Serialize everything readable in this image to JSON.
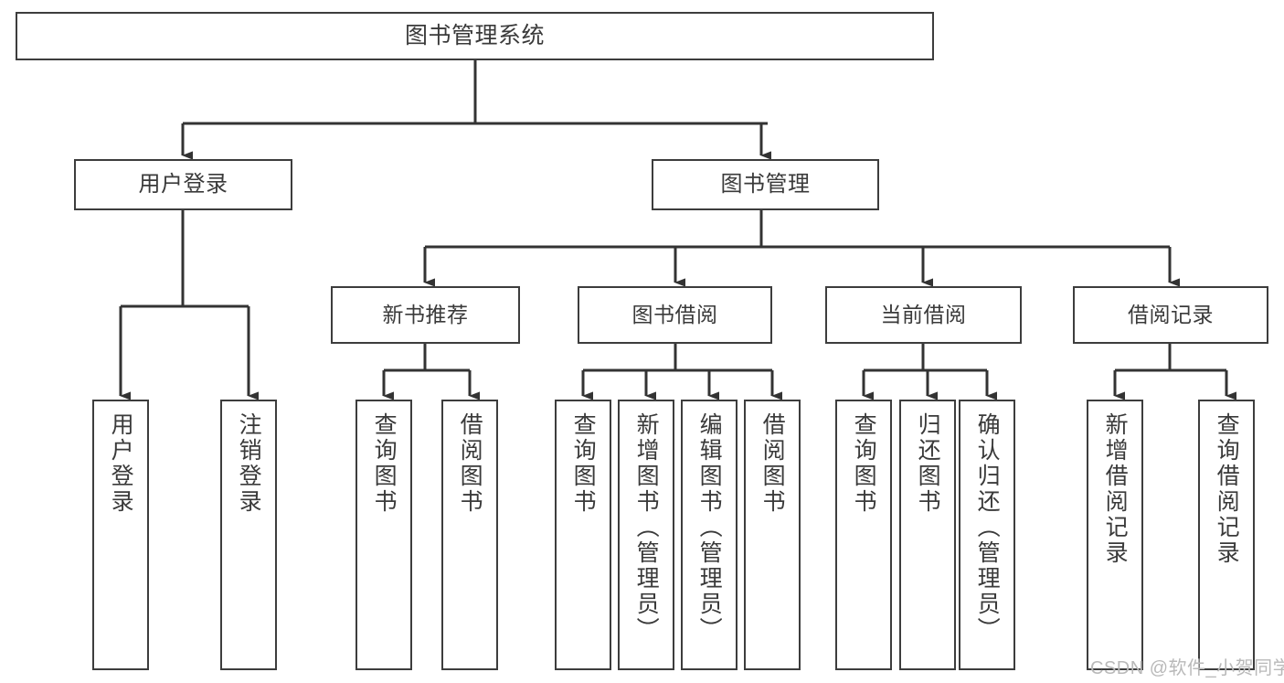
{
  "diagram": {
    "title": "图书管理系统",
    "type": "tree",
    "colors": {
      "box_border": "#3d3d3d",
      "box_fill": "#ffffff",
      "text": "#3a3a3a",
      "connector": "#333333",
      "watermark": "#b9b9b9",
      "background": "#ffffff"
    },
    "nodes": {
      "root": {
        "label": "图书管理系统"
      },
      "level1": [
        {
          "label": "用户登录"
        },
        {
          "label": "图书管理"
        }
      ],
      "level2": [
        {
          "label": "新书推荐"
        },
        {
          "label": "图书借阅"
        },
        {
          "label": "当前借阅"
        },
        {
          "label": "借阅记录"
        }
      ],
      "leaves": {
        "user_login": [
          {
            "label": "用户登录"
          },
          {
            "label": "注销登录"
          }
        ],
        "new_book": [
          {
            "label": "查询图书"
          },
          {
            "label": "借阅图书"
          }
        ],
        "borrow_book": [
          {
            "label": "查询图书"
          },
          {
            "label": "新增图书（管理员）"
          },
          {
            "label": "编辑图书（管理员）"
          },
          {
            "label": "借阅图书"
          }
        ],
        "current_borrow": [
          {
            "label": "查询图书"
          },
          {
            "label": "归还图书"
          },
          {
            "label": "确认归还（管理员）"
          }
        ],
        "borrow_record": [
          {
            "label": "新增借阅记录"
          },
          {
            "label": "查询借阅记录"
          }
        ]
      }
    },
    "watermark": "CSDN @软件_小贺同学"
  }
}
